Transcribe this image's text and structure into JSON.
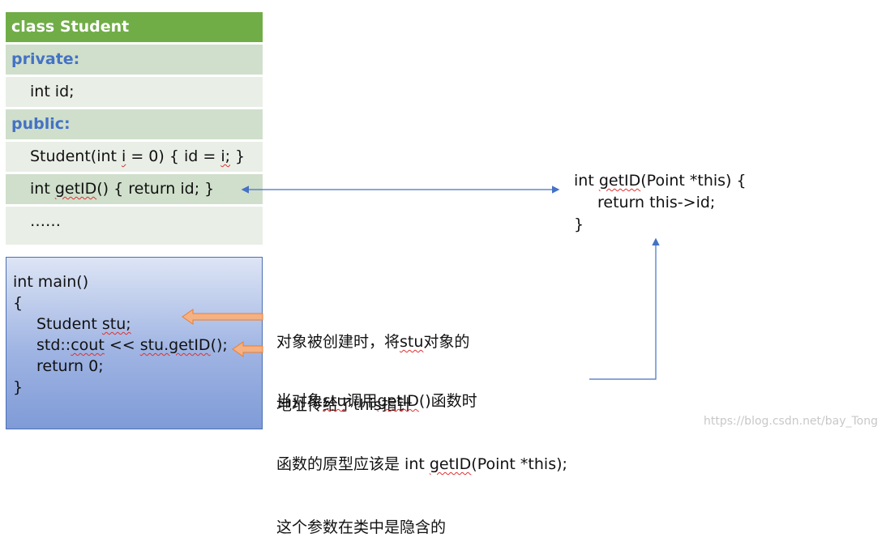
{
  "class_table": {
    "title": "class Student",
    "private_label": "private:",
    "private_member": "int id;",
    "public_label": "public:",
    "ctor_a": "Student(int ",
    "ctor_i1": "i",
    "ctor_b": " = 0) { id = ",
    "ctor_i2": "i;",
    "ctor_c": " }",
    "getid_a": "int ",
    "getid_name": "getID",
    "getid_b": "() { return id; }",
    "ellipsis": "……"
  },
  "main_code": {
    "line1": "int main()",
    "line2": "{",
    "line3_a": "Student ",
    "line3_b": "stu;",
    "line4_a": "std::",
    "line4_b": "cout",
    "line4_c": " << ",
    "line4_d": "stu.getID",
    "line4_e": "();",
    "line5": "return 0;",
    "line6": "}"
  },
  "note1": {
    "line1_a": "对象被创建时，将",
    "line1_b": "stu",
    "line1_c": "对象的",
    "line2": "地址传给了this指针"
  },
  "note2": {
    "line1_a": "当对象",
    "line1_b": "stu",
    "line1_c": "调用",
    "line1_d": "getID",
    "line1_e": "()函数时",
    "line2_a": "函数的原型应该是 int ",
    "line2_b": "getID",
    "line2_c": "(Point *this);",
    "line3": "这个参数在类中是隐含的"
  },
  "right_code": {
    "line1_a": "int ",
    "line1_b": "getID",
    "line1_c": "(Point *this) {",
    "line2": "return this->id;",
    "line3": "}"
  },
  "watermark": "https://blog.csdn.net/bay_Tong",
  "colors": {
    "title_bg": "#70ad47",
    "section_text": "#4472c4",
    "arrow_blue": "#4472c4",
    "block_arrow_fill": "#f4b183",
    "block_arrow_stroke": "#ed7d31"
  }
}
